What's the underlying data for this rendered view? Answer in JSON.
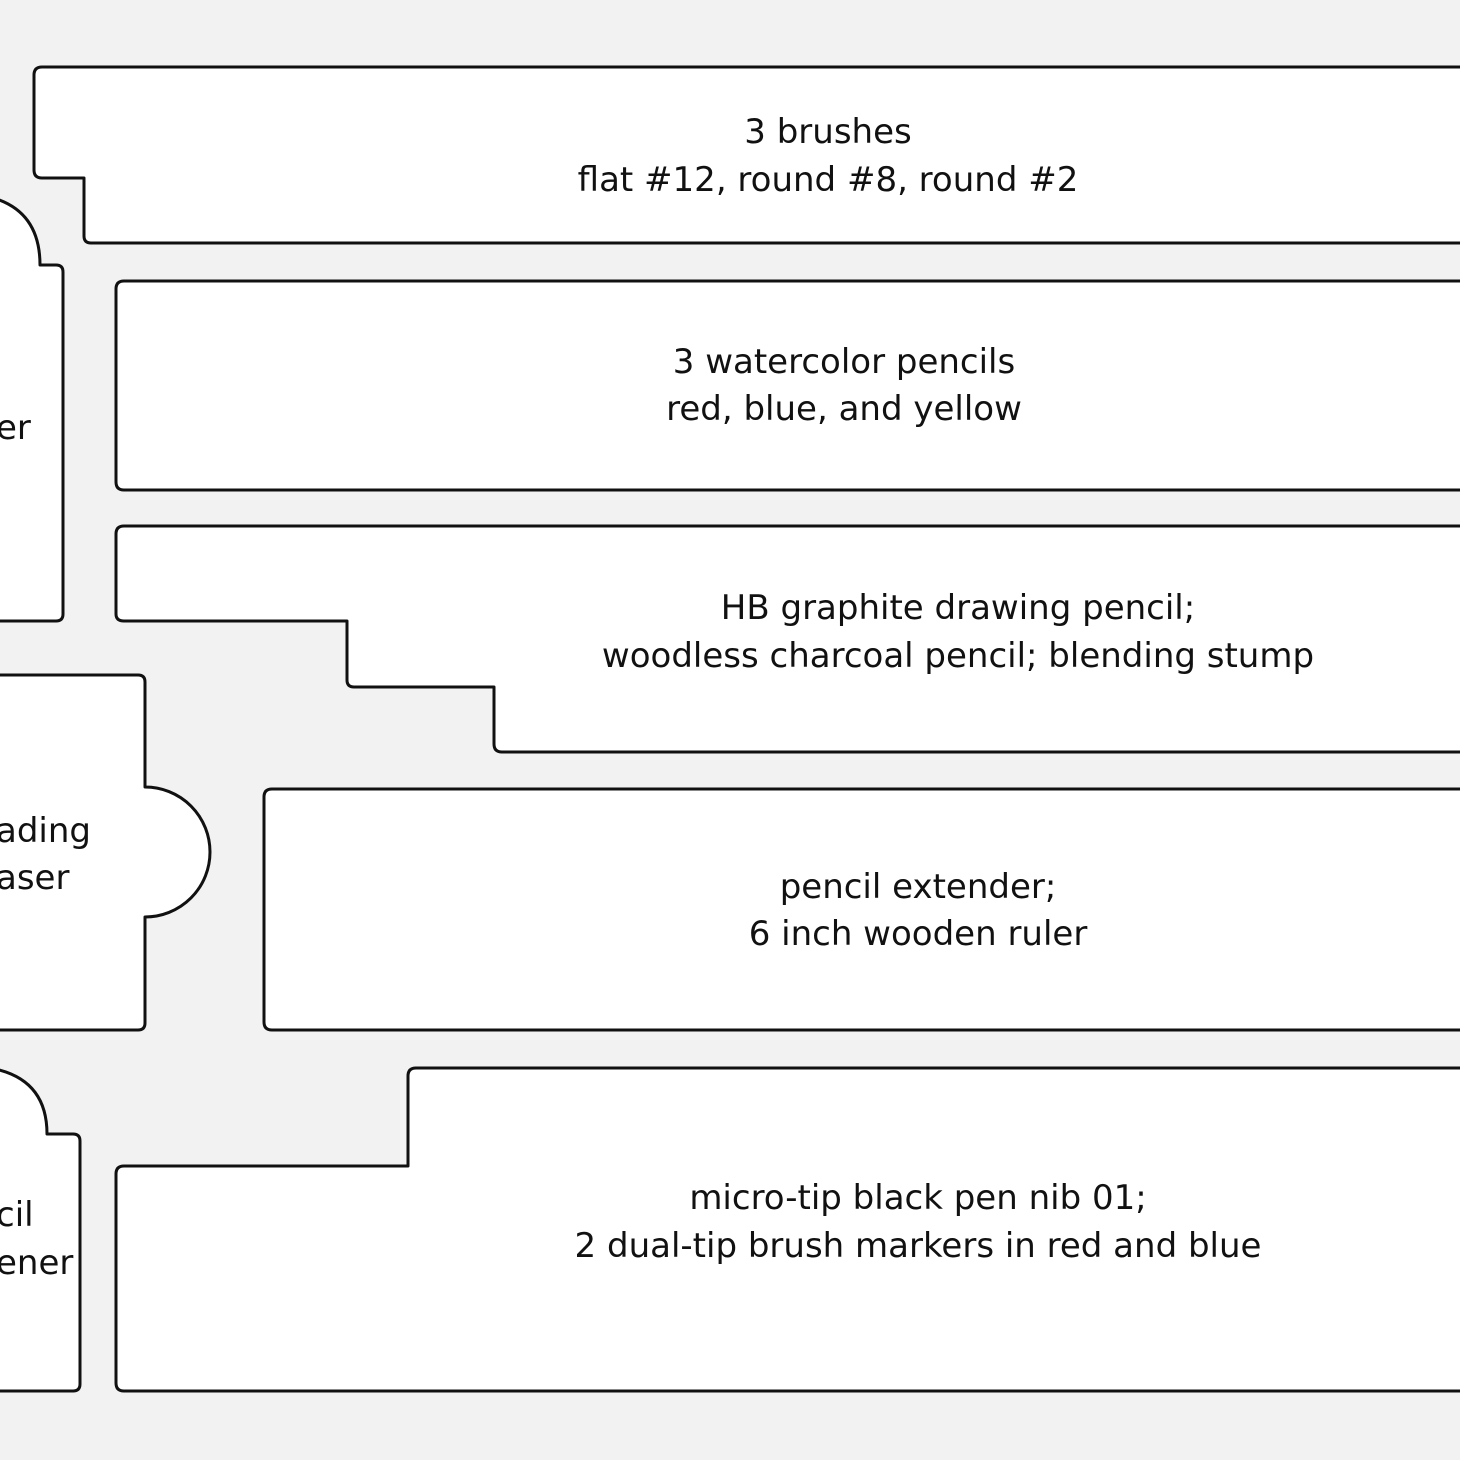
{
  "colors": {
    "background": "#f2f2f2",
    "compartment_fill": "#ffffff",
    "outline": "#111111",
    "text": "#111111"
  },
  "compartments": [
    {
      "id": "brushes",
      "lines": [
        "3 brushes",
        "flat #12, round #8, round #2"
      ]
    },
    {
      "id": "watercolor",
      "lines": [
        "3 watercolor pencils",
        "red, blue, and yellow"
      ]
    },
    {
      "id": "graphite",
      "lines": [
        "HB graphite drawing  pencil;",
        "woodless charcoal pencil; blending stump"
      ]
    },
    {
      "id": "extender",
      "lines": [
        "pencil extender;",
        "6 inch wooden ruler"
      ]
    },
    {
      "id": "pens",
      "lines": [
        "micro-tip black pen nib 01;",
        "2 dual-tip brush markers in red and blue"
      ]
    },
    {
      "id": "left-top",
      "lines": [
        "er"
      ]
    },
    {
      "id": "left-middle",
      "lines": [
        "ading",
        "aser"
      ]
    },
    {
      "id": "left-bottom",
      "lines": [
        "cil",
        "ener"
      ]
    }
  ]
}
